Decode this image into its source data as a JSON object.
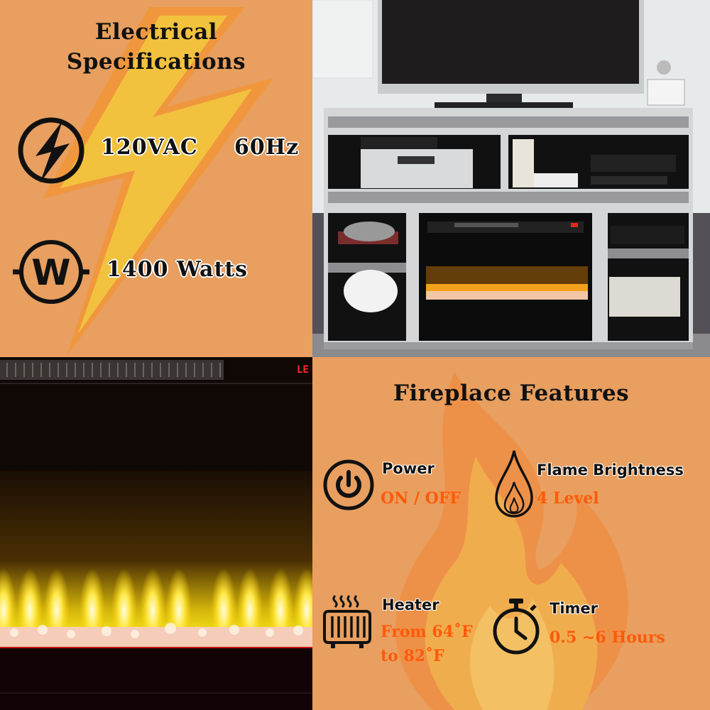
{
  "electrical": {
    "title_line1": "Electrical",
    "title_line2": "Specifications",
    "voltage": "120VAC",
    "frequency": "60Hz",
    "wattage": "1400 Watts",
    "icons": [
      "lightning-bolt-icon",
      "watt-meter-icon"
    ]
  },
  "product_photo": {
    "description": "Mirrored TV stand with electric fireplace insert",
    "display_readout": "LE"
  },
  "features": {
    "title": "Fireplace Features",
    "items": [
      {
        "icon": "power-icon",
        "label": "Power",
        "value": "ON / OFF"
      },
      {
        "icon": "flame-icon",
        "label": "Flame Brightness",
        "value": "4 Level"
      },
      {
        "icon": "heater-icon",
        "label": "Heater",
        "value_line1": "From 64˚F",
        "value_line2": "to 82˚F"
      },
      {
        "icon": "stopwatch-icon",
        "label": "Timer",
        "value": "0.5 ~6 Hours"
      }
    ]
  },
  "colors": {
    "background_orange": "#e89f5f",
    "accent_orange": "#ff5a0a",
    "bolt_yellow": "#f2c23e",
    "text_dark": "#111111"
  }
}
